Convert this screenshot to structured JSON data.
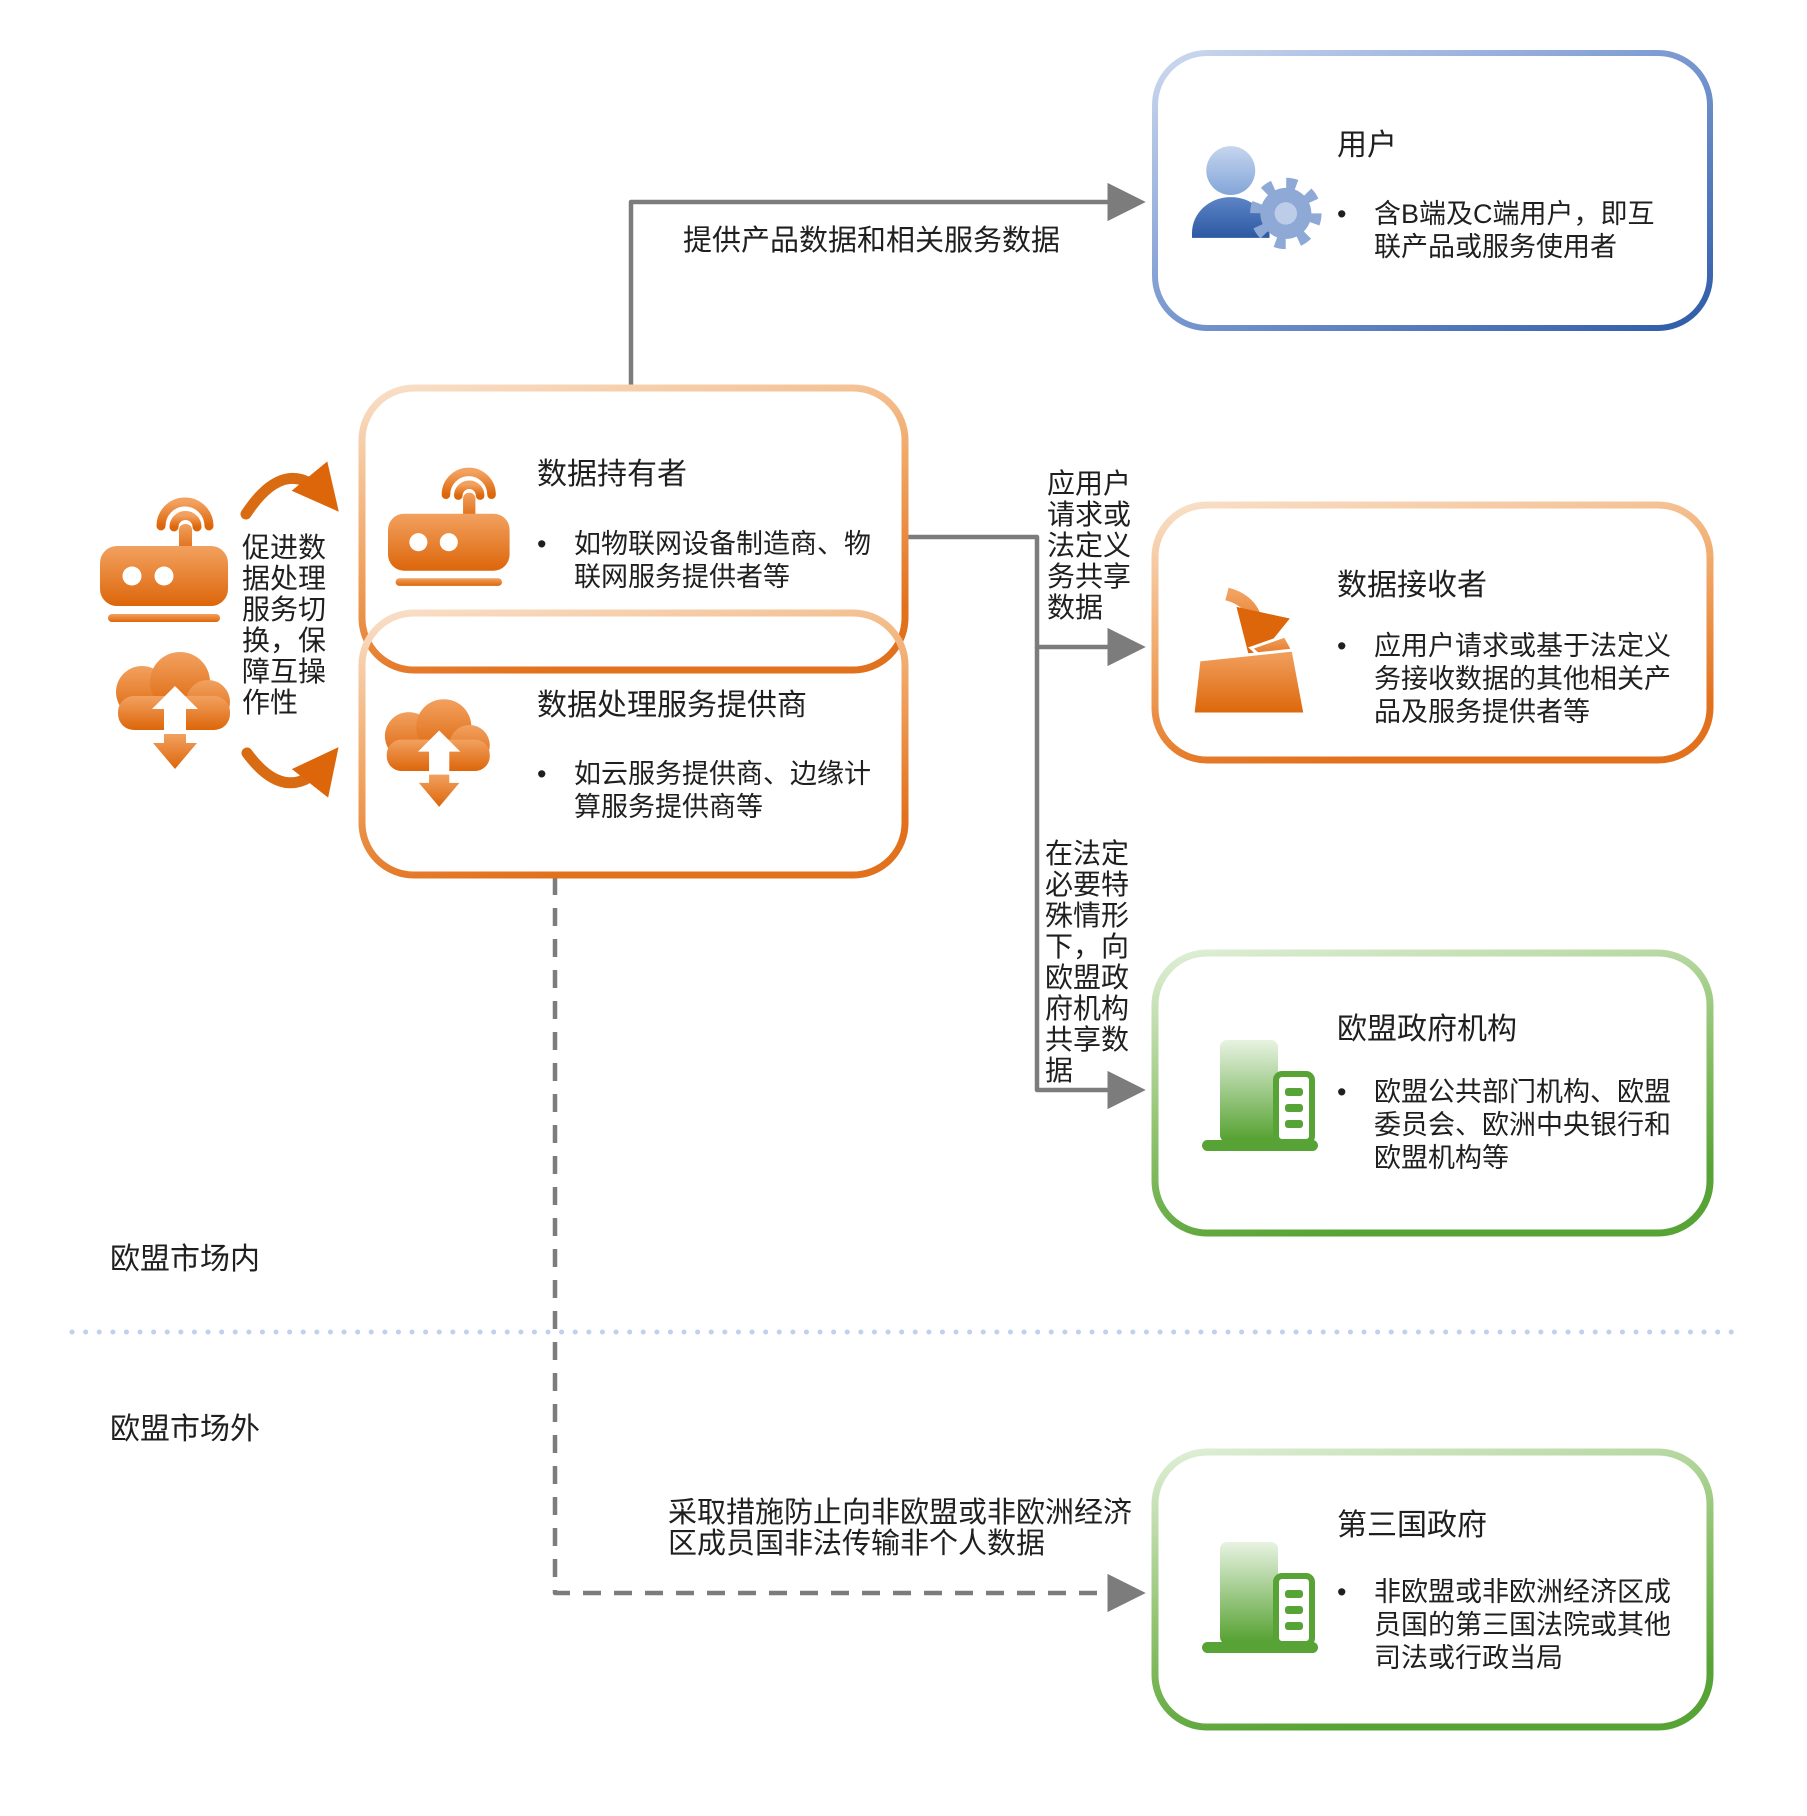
{
  "palette": {
    "orange": "#E2711D",
    "orange_light": "#F9E0C9",
    "blue": "#3462B1",
    "blue_light": "#CDD9EF",
    "green": "#58A335",
    "green_light": "#DFEFD7",
    "connector_gray": "#7C7C7C",
    "divider_blue": "#BFD1EC"
  },
  "bullet_marker": "•",
  "left_panel": {
    "cycle_label": "促进数\n据处理\n服务切\n换，保\n障互操\n作性",
    "icons": {
      "top": "iot-router-icon",
      "bottom": "cloud-sync-icon"
    }
  },
  "boxes": {
    "user": {
      "title": "用户",
      "bullet": "含B端及C端用户，即互\n联产品或服务使用者",
      "icon": "person-gear-icon",
      "accent": "#3462B1"
    },
    "data_holder": {
      "title": "数据持有者",
      "bullet": "如物联网设备制造商、物\n联网服务提供者等",
      "icon": "iot-router-icon",
      "accent": "#E2711D"
    },
    "data_processor": {
      "title": "数据处理服务提供商",
      "bullet": "如云服务提供商、边缘计\n算服务提供商等",
      "icon": "cloud-sync-icon",
      "accent": "#E2711D"
    },
    "data_recipient": {
      "title": "数据接收者",
      "bullet": "应用户请求或基于法定义\n务接收数据的其他相关产\n品及服务提供者等",
      "icon": "folder-receive-icon",
      "accent": "#E2711D"
    },
    "eu_gov": {
      "title": "欧盟政府机构",
      "bullet": "欧盟公共部门机构、欧盟\n委员会、欧洲中央银行和\n欧盟机构等",
      "icon": "building-icon",
      "accent": "#58A335"
    },
    "third_country": {
      "title": "第三国政府",
      "bullet": "非欧盟或非欧洲经济区成\n员国的第三国法院或其他\n司法或行政当局",
      "icon": "building-icon",
      "accent": "#58A335"
    }
  },
  "arrows": {
    "to_user": "提供产品数据和相关服务数据",
    "to_recipient": "应用户\n请求或\n法定义\n务共享\n数据",
    "to_eu_gov": "在法定\n必要特\n殊情形\n下，向\n欧盟政\n府机构\n共享数\n据",
    "to_third_country": "采取措施防止向非欧盟或非欧洲经济\n区成员国非法传输非个人数据"
  },
  "sections": {
    "inside_eu": "欧盟市场内",
    "outside_eu": "欧盟市场外"
  }
}
